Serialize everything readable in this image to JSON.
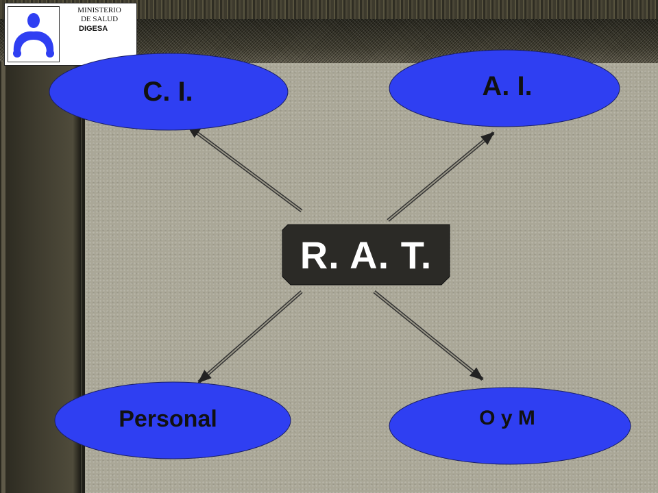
{
  "logo": {
    "line1": "MINISTERIO",
    "line2": "DE SALUD",
    "line3": "DIGESA",
    "icon": "person-icon"
  },
  "colors": {
    "node_fill": "#2f3ff2",
    "center_fill": "#2b2a26",
    "canvas": "#aaa797",
    "arrow": "#333333"
  },
  "diagram": {
    "center": "R. A. T.",
    "nodes": {
      "ci": "C. I.",
      "ai": "A. I.",
      "personal": "Personal",
      "oym": "O y M"
    }
  }
}
